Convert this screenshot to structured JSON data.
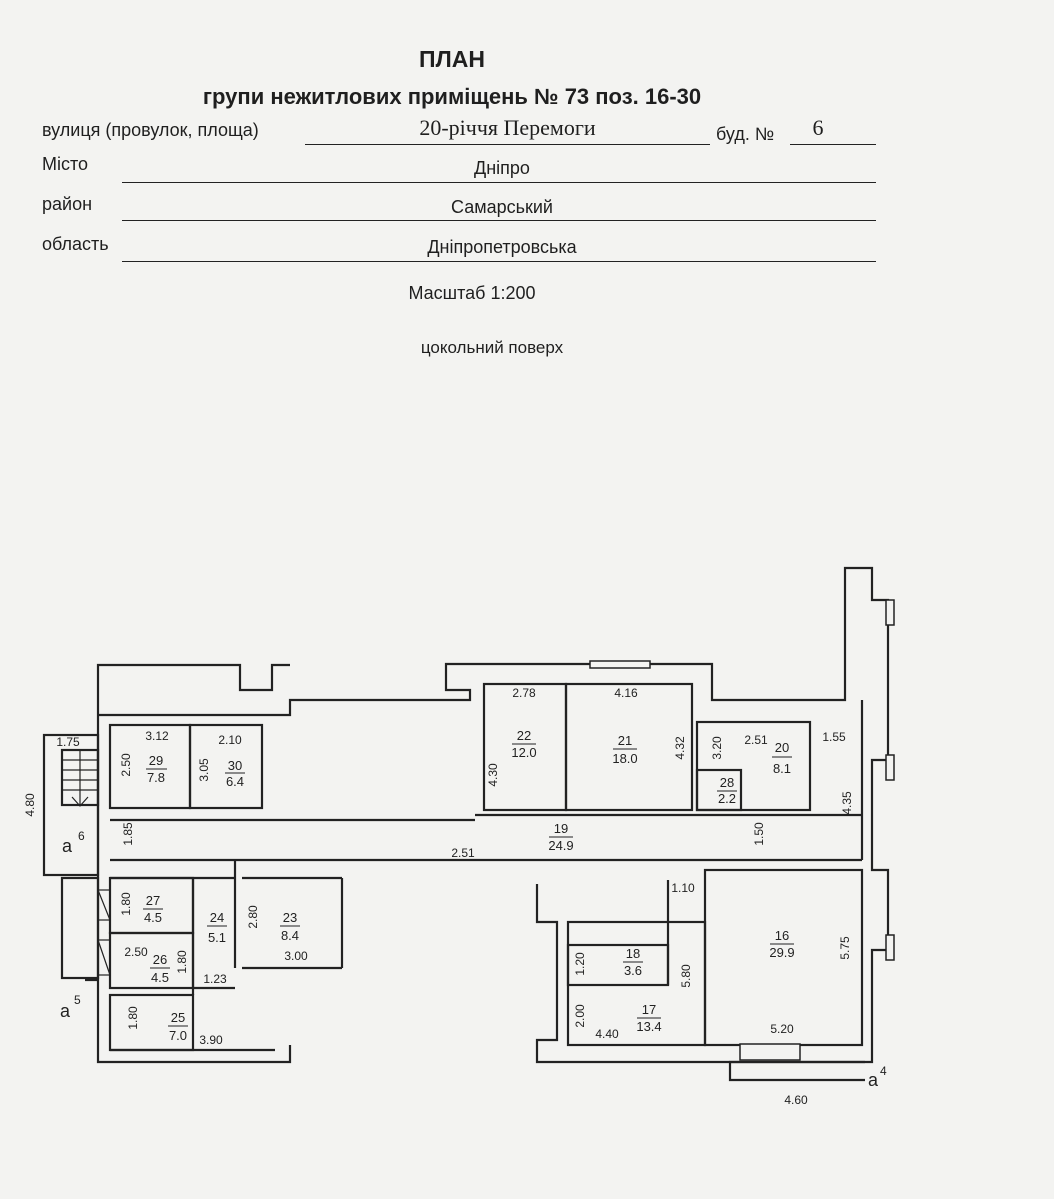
{
  "header": {
    "title": "ПЛАН",
    "subtitle": "групи нежитлових приміщень № 73 поз. 16-30"
  },
  "address": {
    "street_label": "вулиця (провулок, площа)",
    "street_value": "20-річчя Перемоги",
    "building_label": "буд. №",
    "building_value": "6",
    "city_label": "Місто",
    "city_value": "Дніпро",
    "district_label": "район",
    "district_value": "Самарський",
    "region_label": "область",
    "region_value": "Дніпропетровська"
  },
  "scale": "Масштаб 1:200",
  "floor": "цокольний поверх",
  "rooms": {
    "r16": {
      "num": "16",
      "area": "29.9"
    },
    "r17": {
      "num": "17",
      "area": "13.4"
    },
    "r18": {
      "num": "18",
      "area": "3.6"
    },
    "r19": {
      "num": "19",
      "area": "24.9"
    },
    "r20": {
      "num": "20",
      "area": "8.1"
    },
    "r21": {
      "num": "21",
      "area": "18.0"
    },
    "r22": {
      "num": "22",
      "area": "12.0"
    },
    "r23": {
      "num": "23",
      "area": "8.4"
    },
    "r24": {
      "num": "24",
      "area": "5.1"
    },
    "r25": {
      "num": "25",
      "area": "7.0"
    },
    "r26": {
      "num": "26",
      "area": "4.5"
    },
    "r27": {
      "num": "27",
      "area": "4.5"
    },
    "r28": {
      "num": "28",
      "area": "2.2"
    },
    "r29": {
      "num": "29",
      "area": "7.8"
    },
    "r30": {
      "num": "30",
      "area": "6.4"
    }
  },
  "dims": {
    "d312": "3.12",
    "d210": "2.10",
    "d250a": "2.50",
    "d305": "3.05",
    "d175": "1.75",
    "d480": "4.80",
    "d185": "1.85",
    "d278": "2.78",
    "d416": "4.16",
    "d430": "4.30",
    "d432": "4.32",
    "d320": "3.20",
    "d251a": "2.51",
    "d155": "1.55",
    "d435": "4.35",
    "d150": "1.50",
    "d251b": "2.51",
    "d180a": "1.80",
    "d250b": "2.50",
    "d180b": "1.80",
    "d123": "1.23",
    "d280": "2.80",
    "d300": "3.00",
    "d180c": "1.80",
    "d390": "3.90",
    "d110": "1.10",
    "d120": "1.20",
    "d580": "5.80",
    "d575": "5.75",
    "d200": "2.00",
    "d440": "4.40",
    "d520": "5.20",
    "d460": "4.60"
  },
  "axes": {
    "a6": "а",
    "a6sup": "6",
    "a5": "а",
    "a5sup": "5",
    "a4": "а",
    "a4sup": "4"
  }
}
